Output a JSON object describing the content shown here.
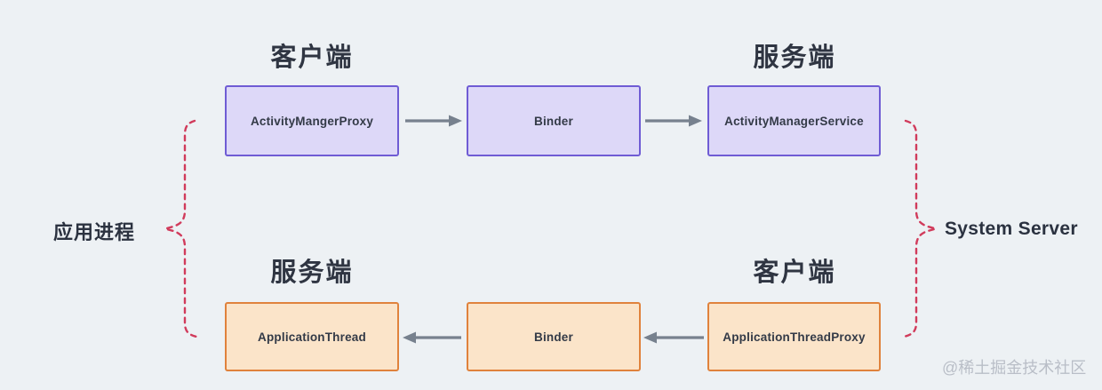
{
  "colors": {
    "background": "#edf1f4",
    "purple-fill": "#ddd8f8",
    "purple-border": "#6f5cd4",
    "orange-fill": "#fbe4c9",
    "orange-border": "#e0823c",
    "text-dark": "#333a47",
    "heading": "#2f3542",
    "arrow": "#77818e",
    "brace": "#d13b5b",
    "watermark": "#b9bec7"
  },
  "diagram": {
    "top_flow": {
      "client_heading": "客户端",
      "server_heading": "服务端",
      "direction": "right",
      "boxes": [
        {
          "label": "ActivityMangerProxy"
        },
        {
          "label": "Binder"
        },
        {
          "label": "ActivityManagerService"
        }
      ]
    },
    "bottom_flow": {
      "server_heading": "服务端",
      "client_heading": "客户端",
      "direction": "left",
      "boxes": [
        {
          "label": "ApplicationThread"
        },
        {
          "label": "Binder"
        },
        {
          "label": "ApplicationThreadProxy"
        }
      ]
    },
    "left_label": "应用进程",
    "right_label": "System Server",
    "watermark": "@稀土掘金技术社区"
  }
}
